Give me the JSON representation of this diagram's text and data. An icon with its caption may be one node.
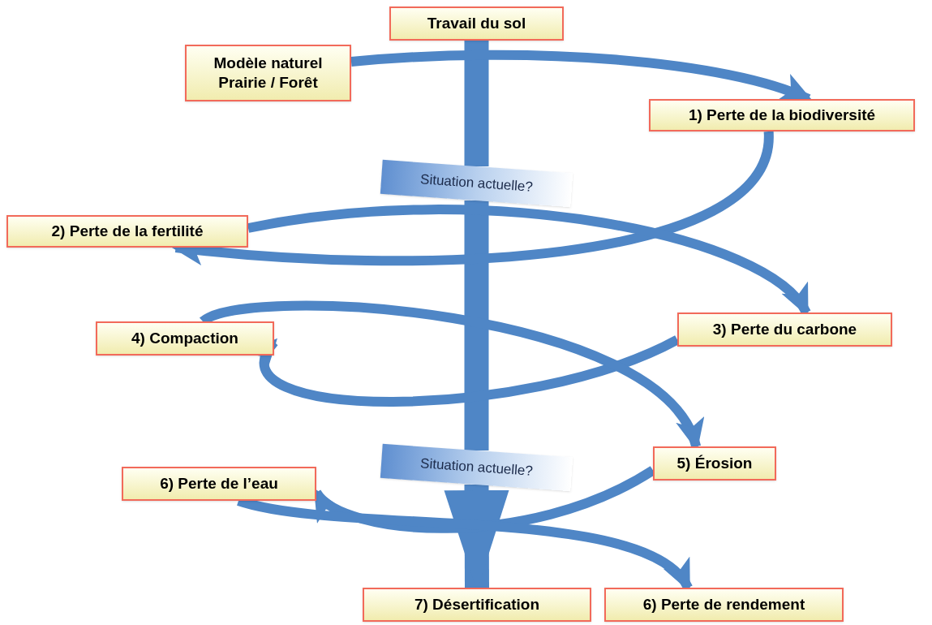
{
  "diagram": {
    "nodes": [
      {
        "text": [
          "Travail du sol"
        ]
      },
      {
        "text": [
          "Modèle naturel Prairie / Forêt"
        ]
      },
      {
        "text": [
          "1) Perte de la biodiversité"
        ]
      },
      {
        "text": [
          "Situation actuelle?"
        ]
      },
      {
        "text": [
          "2) Perte de la fertilité"
        ]
      },
      {
        "text": [
          "4) Compaction"
        ]
      },
      {
        "text": [
          "3) Perte du carbone"
        ]
      },
      {
        "text": [
          "Situation actuelle?"
        ]
      },
      {
        "text": [
          "6) Perte de l’eau"
        ]
      },
      {
        "text": [
          "5) Érosion"
        ]
      },
      {
        "text": [
          "7) Désertification"
        ]
      },
      {
        "text": [
          "6) Perte de rendement"
        ]
      }
    ],
    "edges": [
      {
        "from": 0,
        "to": 3,
        "arrow": "none",
        "style": "thick"
      },
      {
        "from": 3,
        "to": 7,
        "arrow": "none",
        "style": "thick"
      },
      {
        "from": 7,
        "to": 10,
        "arrow": "to",
        "style": "thick"
      },
      {
        "from": 1,
        "to": 2,
        "arrow": "to"
      },
      {
        "from": 2,
        "to": 4,
        "arrow": "to"
      },
      {
        "from": 4,
        "to": 6,
        "arrow": "to"
      },
      {
        "from": 6,
        "to": 5,
        "arrow": "to"
      },
      {
        "from": 5,
        "to": 9,
        "arrow": "to"
      },
      {
        "from": 9,
        "to": 8,
        "arrow": "to"
      },
      {
        "from": 8,
        "to": 11,
        "arrow": "to"
      }
    ]
  }
}
